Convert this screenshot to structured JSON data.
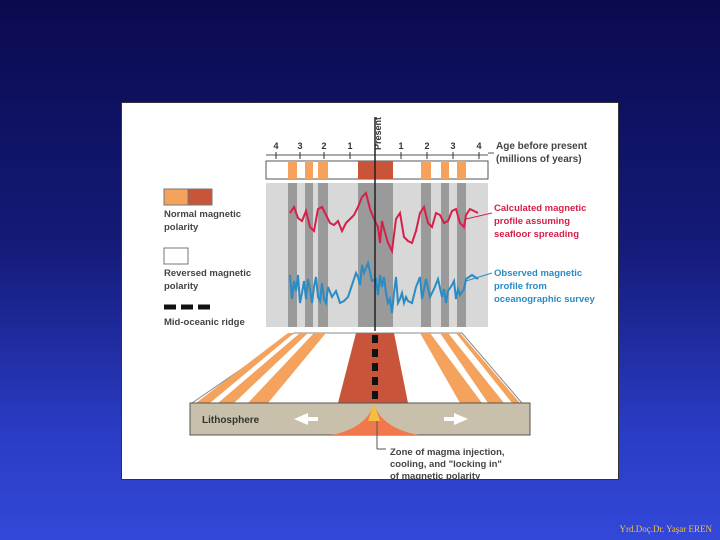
{
  "figure": {
    "present_label": "Present",
    "timeline": {
      "ticks_left": [
        "4",
        "3",
        "2",
        "1"
      ],
      "ticks_right": [
        "1",
        "2",
        "3",
        "4"
      ]
    },
    "annotations": {
      "age_line1": "Age before present",
      "age_line2": "(millions of years)",
      "calc_line1": "Calculated magnetic",
      "calc_line2": "profile assuming",
      "calc_line3": "seafloor spreading",
      "obs_line1": "Observed magnetic",
      "obs_line2": "profile from",
      "obs_line3": "oceanographic survey",
      "zone_line1": "Zone of magma injection,",
      "zone_line2": "cooling, and \"locking in\"",
      "zone_line3": "of magnetic polarity"
    },
    "legend": {
      "normal_line1": "Normal  magnetic",
      "normal_line2": "polarity",
      "reversed_line1": "Reversed  magnetic",
      "reversed_line2": "polarity",
      "ridge": "Mid-oceanic ridge"
    },
    "lithosphere_label": "Lithosphere",
    "colors": {
      "normal_light": "#f4a25c",
      "normal_dark": "#c8543a",
      "calculated_profile": "#d6204a",
      "observed_profile": "#2a8cc4",
      "gray_band": "#9a9a9a",
      "panel_bg": "#d8d8d8",
      "lithosphere": "#c8c0aa"
    }
  },
  "credit": "Yrd.Doç.Dr. Yaşar EREN"
}
